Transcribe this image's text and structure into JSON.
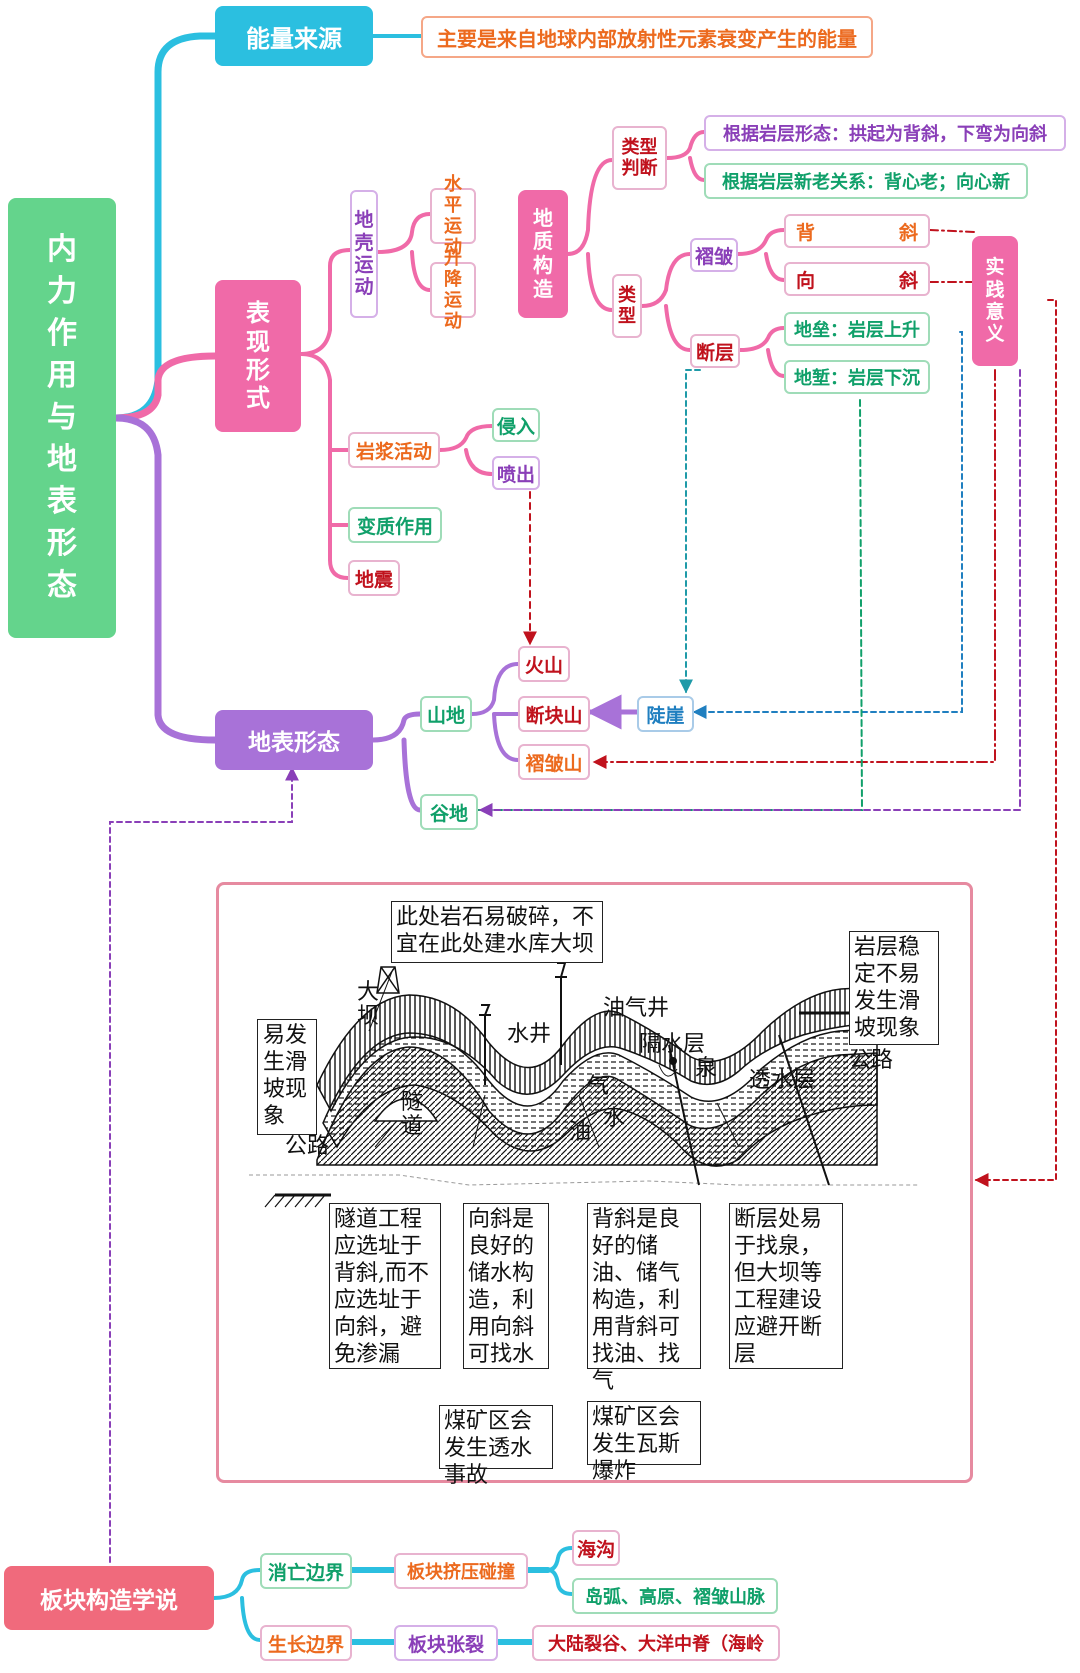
{
  "root": {
    "label": "内力作用与地表形态"
  },
  "energy": {
    "label": "能量来源",
    "desc": "主要是来自地球内部放射性元素衰变产生的能量"
  },
  "expression": {
    "label": "表现形式",
    "crust": {
      "label": "地壳运动",
      "horizontal": "水平运动",
      "vertical": "升降运动"
    },
    "magma": {
      "label": "岩浆活动",
      "intrusion": "侵入",
      "eruption": "喷出"
    },
    "metamorphism": "变质作用",
    "earthquake": "地震"
  },
  "structure": {
    "label": "地质构造",
    "judge": {
      "label": "类型判断",
      "by_shape": "根据岩层形态：拱起为背斜，下弯为向斜",
      "by_age": "根据岩层新老关系：背心老；向心新"
    },
    "types": {
      "label": "类型",
      "fold": {
        "label": "褶皱",
        "anticline_a": "背",
        "anticline_b": "斜",
        "syncline_a": "向",
        "syncline_b": "斜"
      },
      "fault": {
        "label": "断层",
        "horst": "地垒：岩层上升",
        "graben": "地堑：岩层下沉"
      }
    },
    "practice": "实践意义"
  },
  "landform": {
    "label": "地表形态",
    "mountain": {
      "label": "山地",
      "volcano": "火山",
      "fault_block": "断块山",
      "fold_mtn": "褶皱山"
    },
    "cliff": "陡崖",
    "valley": "谷地"
  },
  "plate": {
    "label": "板块构造学说",
    "destructive": {
      "label": "消亡边界",
      "process": "板块挤压碰撞",
      "r1": "海沟",
      "r2": "岛弧、高原、褶皱山脉"
    },
    "constructive": {
      "label": "生长边界",
      "process": "板块张裂",
      "r1": "大陆裂谷、大洋中脊（海岭"
    }
  },
  "figure": {
    "top_note": "此处岩石易破碎，不宜在此处建水库大坝",
    "right_note": "岩层稳定不易发生滑坡现象",
    "left_note": "易发生滑坡现象",
    "dam": "大坝",
    "well": "水井",
    "oil_well": "油气井",
    "aquiclude": "隔水层",
    "spring": "泉",
    "aquifer": "透水层",
    "road_right": "公路",
    "road_left": "公路",
    "tunnel": "隧道",
    "gas": "气",
    "oil": "油",
    "water": "水",
    "b1": "隧道工程应选址于背斜,而不应选址于向斜，避免渗漏",
    "b2": "向斜是良好的储水构造，利用向斜可找水",
    "b3": "背斜是良好的储油、储气构造，利用背斜可找油、找气",
    "b4": "断层处易于找泉，但大坝等工程建设应避开断层",
    "c1": "煤矿区会发生透水事故",
    "c2": "煤矿区会发生瓦斯爆炸"
  },
  "colors": {
    "cyan": "#2bbfe0",
    "pink": "#f06aa8",
    "purple": "#a872d8",
    "green": "#64d48c",
    "coral": "#f06a7c",
    "red": "#c0121d"
  }
}
